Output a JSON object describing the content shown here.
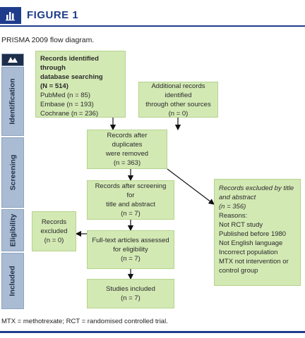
{
  "header": {
    "figure_label": "FIGURE 1",
    "icon": "bar-chart-icon"
  },
  "subtitle": "PRISMA 2009 flow diagram.",
  "stages": [
    "Identification",
    "Screening",
    "Eligibility",
    "Included"
  ],
  "boxes": {
    "db_search": {
      "title1": "Records identified through",
      "title2": "database searching",
      "total": "(N = 514)",
      "l1": "PubMed (n = 85)",
      "l2": "Embase (n = 193)",
      "l3": "Cochrane (n = 236)"
    },
    "other_sources": {
      "l1": "Additional records identified",
      "l2": "through other sources",
      "l3": "(n = 0)"
    },
    "dup_removed": {
      "l1": "Records after duplicates",
      "l2": "were removed",
      "l3": "(n = 363)"
    },
    "after_screening": {
      "l1": "Records after screening for",
      "l2": "title and abstract",
      "l3": "(n = 7)"
    },
    "excluded_title": {
      "l1": "Records excluded by title",
      "l2": "and abstract",
      "l3": "(n = 356)",
      "reasons_label": "Reasons:",
      "reasons": [
        "Not RCT study",
        "Published before 1980",
        "Not English language",
        "Incorrect population",
        "MTX not intervention or",
        "control group"
      ]
    },
    "excluded": {
      "l1": "Records",
      "l2": "excluded",
      "l3": "(n = 0)"
    },
    "full_text": {
      "l1": "Full-text articles assessed",
      "l2": "for eligibility",
      "l3": "(n = 7)"
    },
    "included": {
      "l1": "Studies included",
      "l2": "(n = 7)"
    }
  },
  "footnote": "MTX = methotrexate; RCT = randomised controlled trial.",
  "colors": {
    "brand": "#1f3c8c",
    "box_fill": "#d3e9b4",
    "stage_fill": "#a9bcd3"
  }
}
